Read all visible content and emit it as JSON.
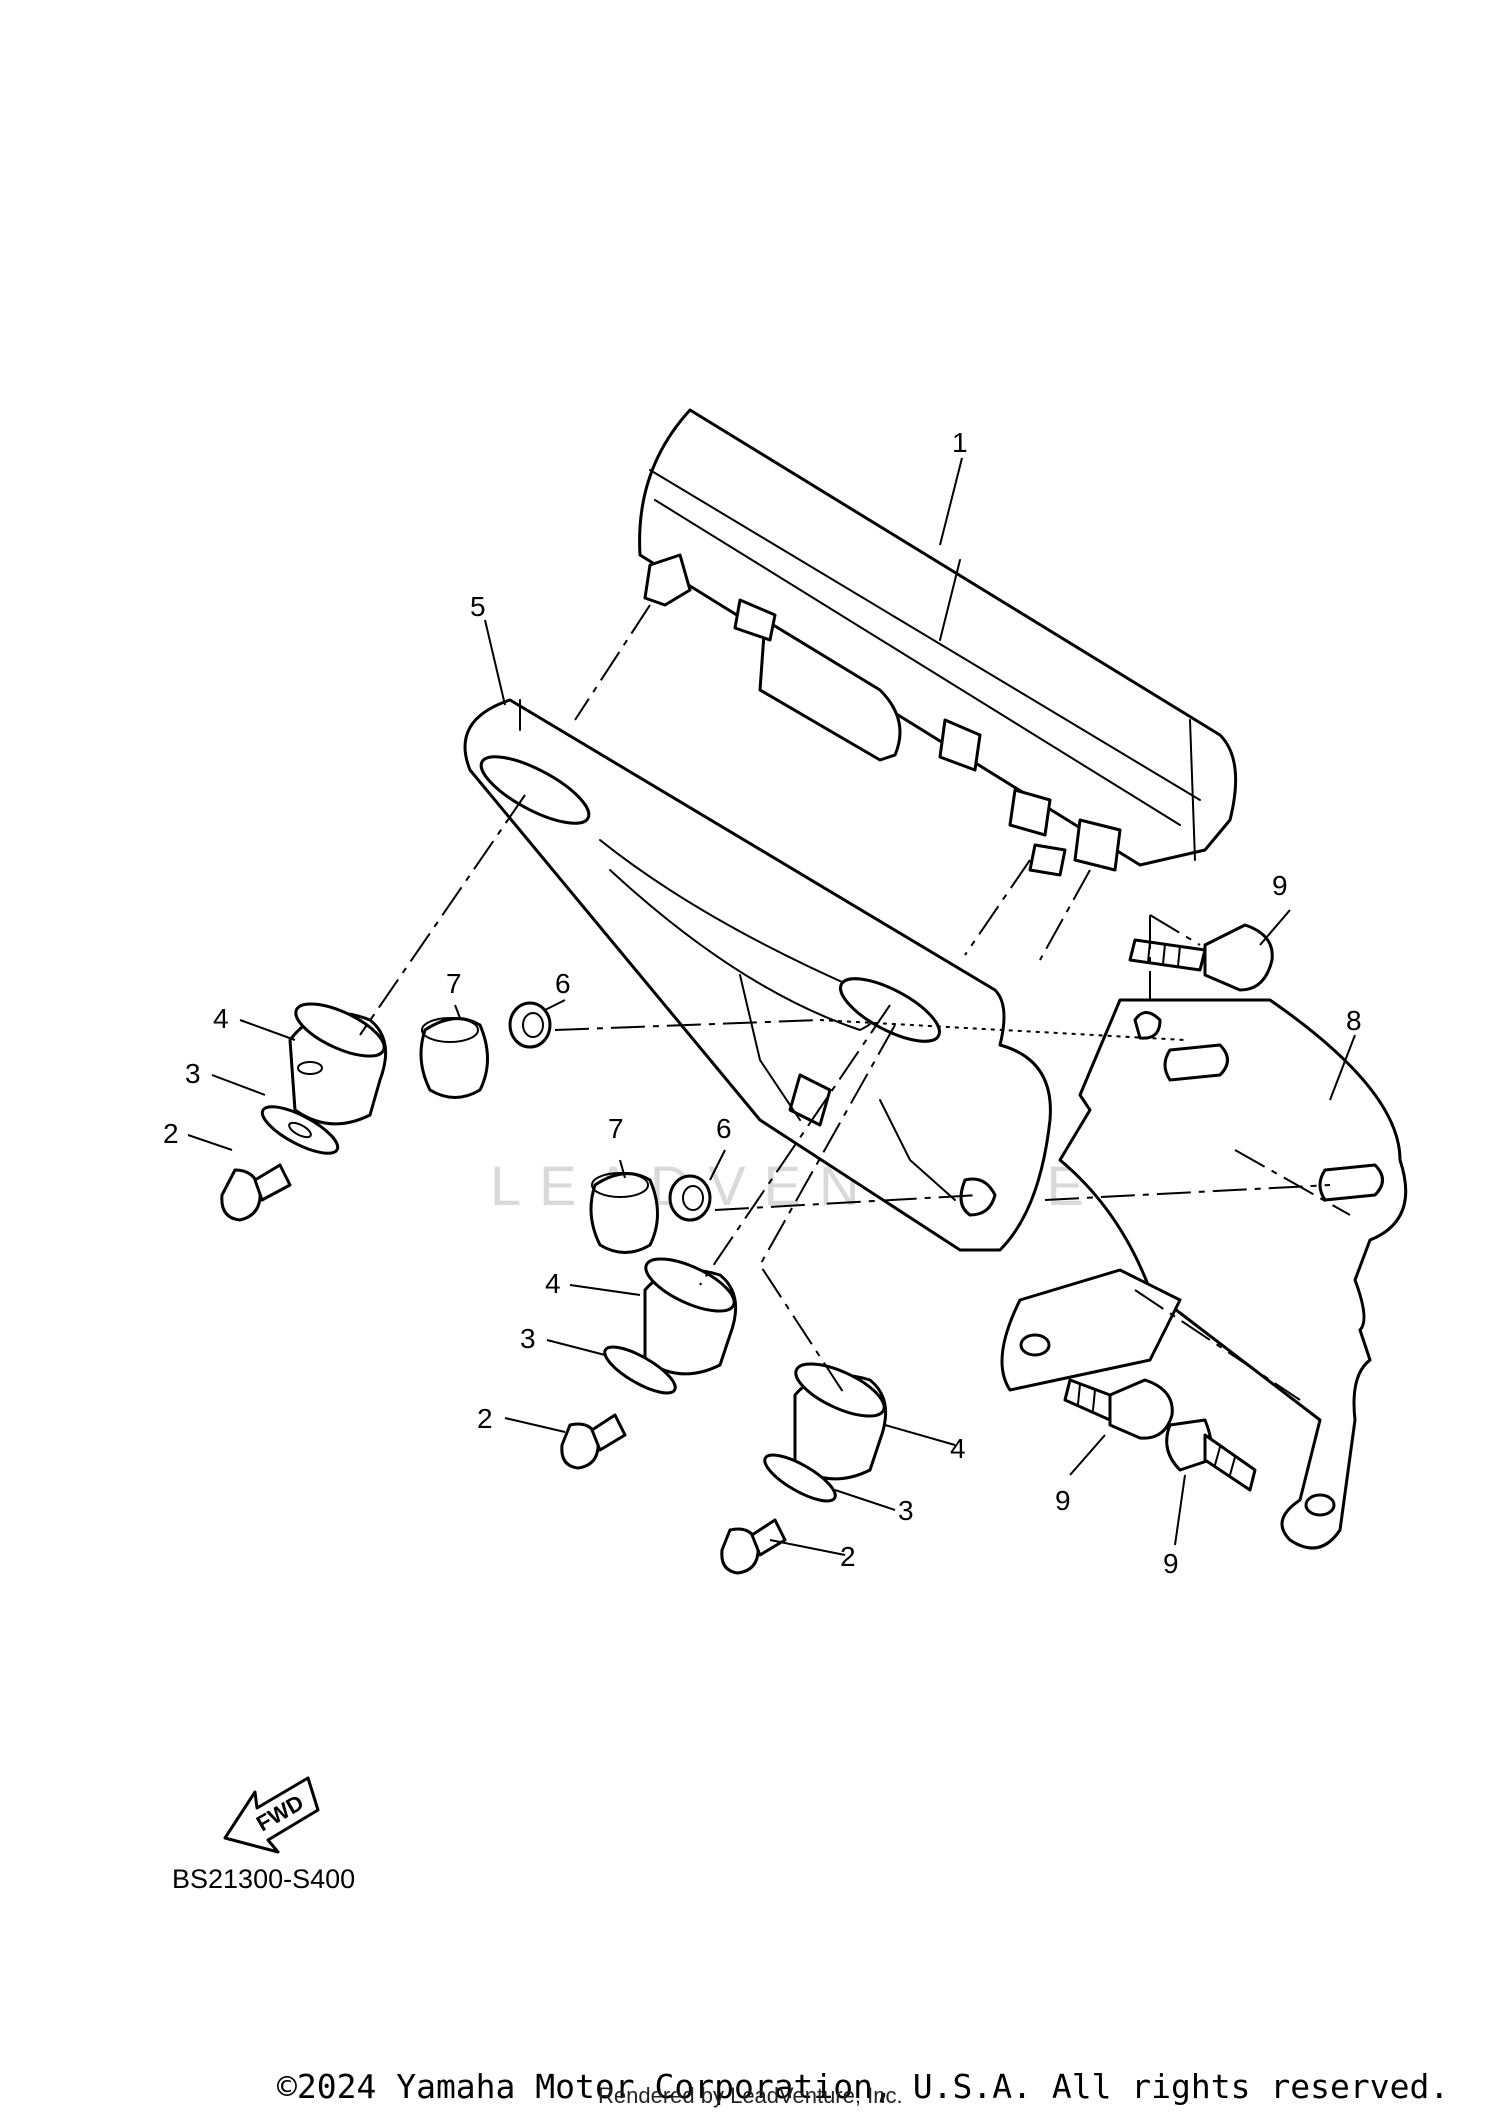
{
  "diagram": {
    "callouts": [
      "1",
      "2",
      "2",
      "2",
      "3",
      "3",
      "3",
      "4",
      "4",
      "4",
      "5",
      "6",
      "6",
      "7",
      "7",
      "8",
      "9",
      "9",
      "9"
    ],
    "watermark": "LEADVENTURE",
    "fwd_label": "FWD",
    "figure_code": "BS21300-S400",
    "copyright": "©2024 Yamaha Motor Corporation, U.S.A. All rights reserved.",
    "rendered_by": "Rendered by LeadVenture, Inc."
  }
}
